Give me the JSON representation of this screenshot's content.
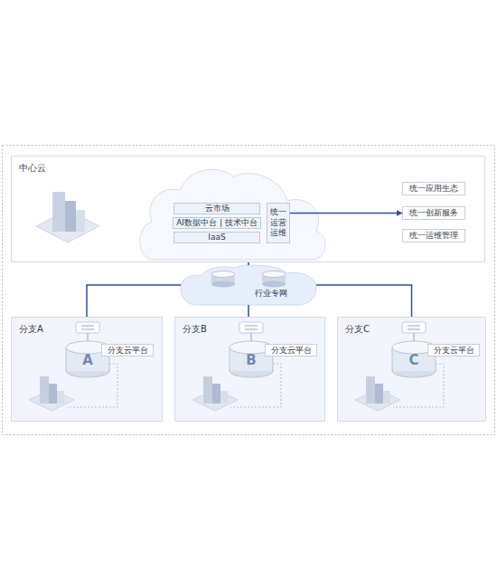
{
  "diagram": {
    "nodes": [
      {
        "text": [
          "中心云"
        ]
      },
      {
        "text": [
          "云市场"
        ],
        "in": 0
      },
      {
        "text": [
          "AI数据中台 | 技术中台"
        ],
        "in": 0
      },
      {
        "text": [
          "IaaS"
        ],
        "in": 0
      },
      {
        "text": [
          "统一 运营 运维"
        ],
        "in": 0
      },
      {
        "text": [
          "统一应用生态"
        ],
        "in": 0
      },
      {
        "text": [
          "统一创新服务"
        ],
        "in": 0
      },
      {
        "text": [
          "统一运维管理"
        ],
        "in": 0
      },
      {
        "text": [
          "行业专网"
        ]
      },
      {
        "text": [
          "分支A"
        ]
      },
      {
        "text": [
          "分支云平台"
        ],
        "in": 9
      },
      {
        "text": [
          "分支B"
        ]
      },
      {
        "text": [
          "分支云平台"
        ],
        "in": 11
      },
      {
        "text": [
          "分支C"
        ]
      },
      {
        "text": [
          "分支云平台"
        ],
        "in": 13
      }
    ],
    "edges": [
      {
        "from": 0,
        "to": 8,
        "arrow": "none"
      },
      {
        "from": 8,
        "to": 9,
        "arrow": "none"
      },
      {
        "from": 8,
        "to": 11,
        "arrow": "none"
      },
      {
        "from": 8,
        "to": 13,
        "arrow": "none"
      },
      {
        "from": 4,
        "to": 6,
        "arrow": "to"
      }
    ],
    "labels": [
      "A",
      "B",
      "C"
    ]
  }
}
